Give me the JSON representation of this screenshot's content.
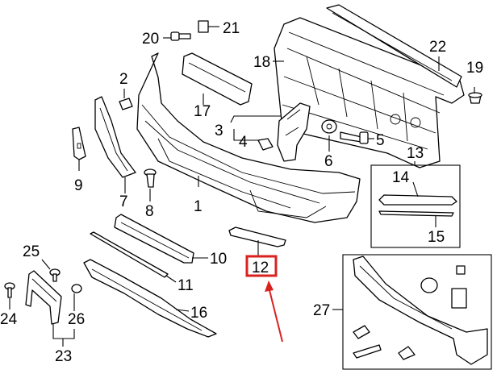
{
  "diagram": {
    "callouts": [
      {
        "id": "c1",
        "label": "1"
      },
      {
        "id": "c2",
        "label": "2"
      },
      {
        "id": "c3",
        "label": "3"
      },
      {
        "id": "c4",
        "label": "4"
      },
      {
        "id": "c5",
        "label": "5"
      },
      {
        "id": "c6",
        "label": "6"
      },
      {
        "id": "c7",
        "label": "7"
      },
      {
        "id": "c8",
        "label": "8"
      },
      {
        "id": "c9",
        "label": "9"
      },
      {
        "id": "c10",
        "label": "10"
      },
      {
        "id": "c11",
        "label": "11"
      },
      {
        "id": "c12",
        "label": "12"
      },
      {
        "id": "c13",
        "label": "13"
      },
      {
        "id": "c14",
        "label": "14"
      },
      {
        "id": "c15",
        "label": "15"
      },
      {
        "id": "c16",
        "label": "16"
      },
      {
        "id": "c17",
        "label": "17"
      },
      {
        "id": "c18",
        "label": "18"
      },
      {
        "id": "c19",
        "label": "19"
      },
      {
        "id": "c20",
        "label": "20"
      },
      {
        "id": "c21",
        "label": "21"
      },
      {
        "id": "c22",
        "label": "22"
      },
      {
        "id": "c23",
        "label": "23"
      },
      {
        "id": "c24",
        "label": "24"
      },
      {
        "id": "c25",
        "label": "25"
      },
      {
        "id": "c26",
        "label": "26"
      },
      {
        "id": "c27",
        "label": "27"
      }
    ],
    "highlight": {
      "callout": "12",
      "color": "#d9211f"
    }
  }
}
